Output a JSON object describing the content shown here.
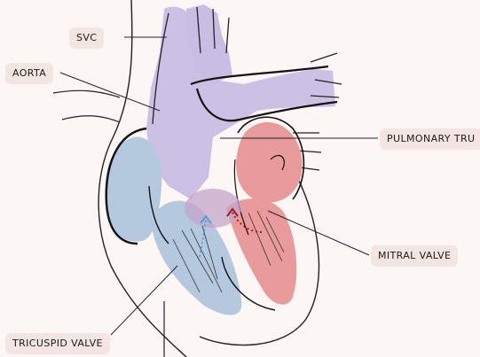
{
  "labels": {
    "svc": "SVC",
    "aorta": "AORTA",
    "pulmonary_trunk": "PULMONARY TRU",
    "mitral_valve": "MITRAL VALVE",
    "tricuspid_valve": "TRICUSPID VALVE"
  },
  "colors": {
    "background": "#fcf6f4",
    "label_bg": "#f3e6e2",
    "vessels": "#c9bde3",
    "right_heart": "#b4c8de",
    "left_heart": "#e99a9a",
    "mitral_flow": "#9b1c1c",
    "tricuspid_flow": "#4aa3df",
    "outline": "#111111"
  }
}
